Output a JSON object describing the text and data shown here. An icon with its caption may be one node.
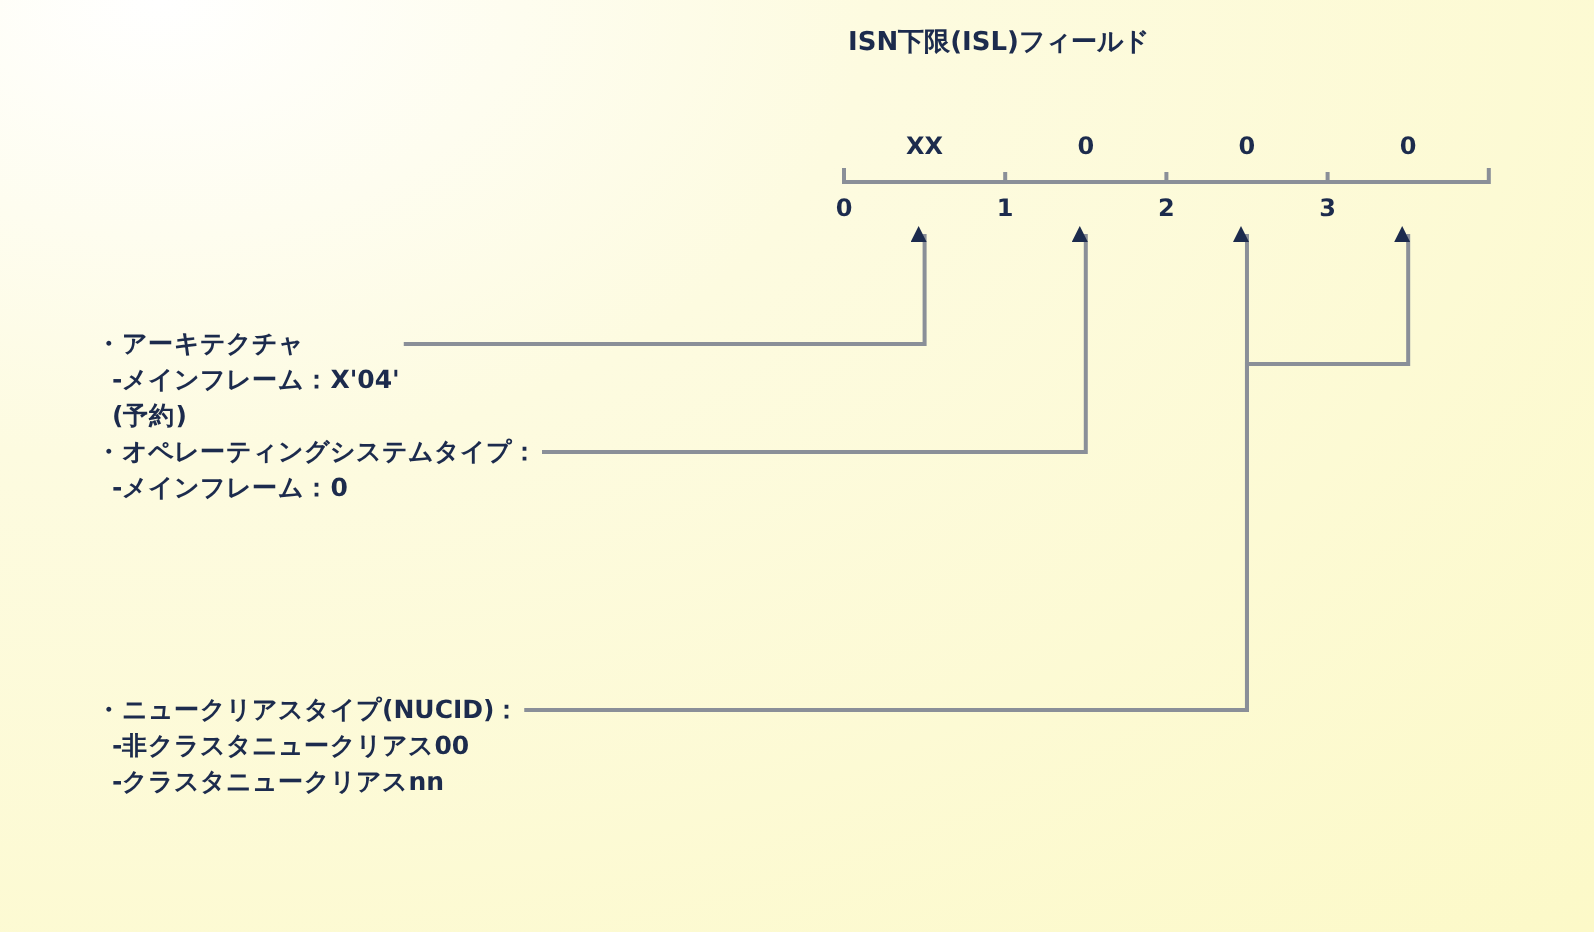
{
  "diagram": {
    "title": "ISN下限(ISL)フィールド",
    "nodes": [
      {
        "text": [
          "XX"
        ]
      },
      {
        "text": [
          "0"
        ]
      },
      {
        "text": [
          "0"
        ]
      },
      {
        "text": [
          "0"
        ]
      },
      {
        "text": [
          "・アーキテクチャ",
          "-メインフレーム：X'04'",
          "(予約)"
        ]
      },
      {
        "text": [
          "・オペレーティングシステムタイプ：",
          "-メインフレーム：0"
        ]
      },
      {
        "text": [
          "・ニュークリアスタイプ(NUCID)：",
          "-非クラスタニュークリアス00",
          "-クラスタニュークリアスnn"
        ]
      }
    ],
    "edges": [
      {
        "from": 4,
        "to": 0,
        "arrow": "to"
      },
      {
        "from": 5,
        "to": 1,
        "arrow": "to"
      },
      {
        "from": 6,
        "to": 2,
        "arrow": "to"
      },
      {
        "from": 6,
        "to": 3,
        "arrow": "to"
      }
    ],
    "labels": [
      "0",
      "1",
      "2",
      "3"
    ]
  }
}
